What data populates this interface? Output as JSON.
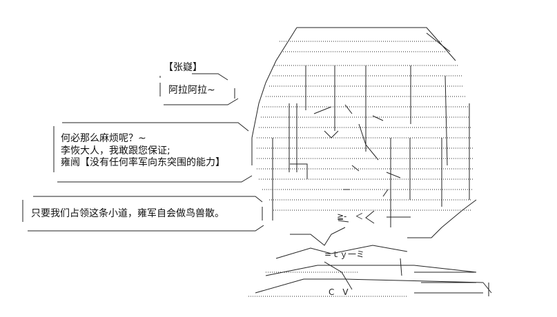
{
  "speaker": "【张嶷】",
  "bubbles": [
    {
      "lines": [
        "阿拉阿拉~"
      ]
    },
    {
      "lines": [
        "何必那么麻烦呢？~",
        "李恢大人，我敢跟您保证;",
        "雍闿【没有任何率军向东突围的能力】"
      ]
    },
    {
      "lines": [
        "只要我们占领这条小道，雍军自会做鸟兽散。"
      ]
    }
  ],
  "art_fragments": {
    "face_mouth": "≧-　＜",
    "lower_text": "=ｔｙ一ミ",
    "bottom_c": "C　V"
  }
}
